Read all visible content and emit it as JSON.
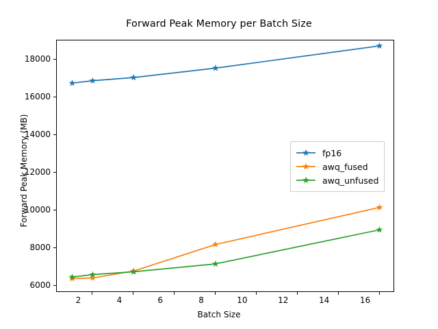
{
  "chart_data": {
    "type": "line",
    "title": "Forward Peak Memory per Batch Size",
    "xlabel": "Batch Size",
    "ylabel": "Forward Peak Memory (MB)",
    "x": [
      1,
      2,
      4,
      8,
      16
    ],
    "xlim": [
      0.25,
      16.75
    ],
    "ylim": [
      5620,
      19020
    ],
    "xticks": [
      2,
      4,
      6,
      8,
      10,
      12,
      14,
      16
    ],
    "xticklabels": [
      "2",
      "4",
      "6",
      "8",
      "10",
      "12",
      "14",
      "16"
    ],
    "yticks": [
      6000,
      8000,
      10000,
      12000,
      14000,
      16000,
      18000
    ],
    "yticklabels": [
      "6000",
      "8000",
      "10000",
      "12000",
      "14000",
      "16000",
      "18000"
    ],
    "grid": false,
    "legend_position": "center right",
    "marker": "star",
    "series": [
      {
        "name": "fp16",
        "color": "#1f77b4",
        "values": [
          16750,
          16880,
          17050,
          17550,
          18730
        ]
      },
      {
        "name": "awq_fused",
        "color": "#ff7f0e",
        "values": [
          6370,
          6400,
          6770,
          8180,
          10150
        ]
      },
      {
        "name": "awq_unfused",
        "color": "#2ca02c",
        "values": [
          6450,
          6580,
          6730,
          7150,
          8960
        ]
      }
    ]
  }
}
